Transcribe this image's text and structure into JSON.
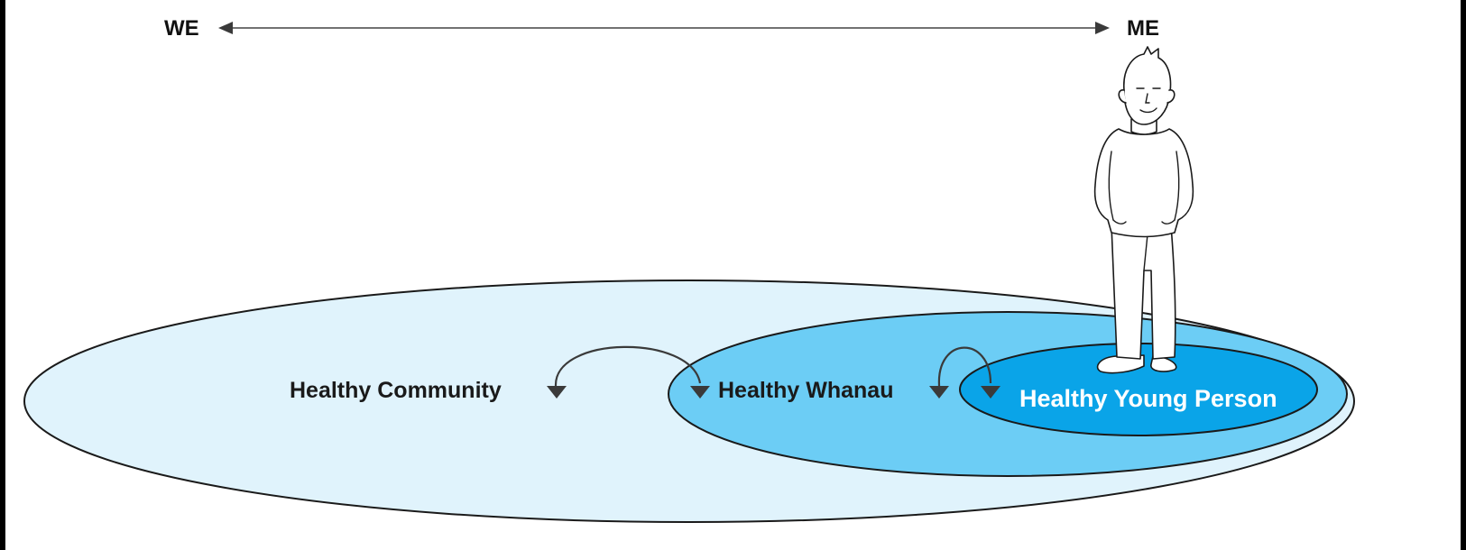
{
  "axis": {
    "left_label": "WE",
    "right_label": "ME"
  },
  "rings": [
    {
      "label": "Healthy Community",
      "fill": "#e0f3fc"
    },
    {
      "label": "Healthy Whanau",
      "fill": "#6ccdf5"
    },
    {
      "label": "Healthy Young Person",
      "fill": "#0aa4e8"
    }
  ],
  "colors": {
    "outline": "#1a1a1a",
    "arrow": "#3a3a3a"
  }
}
